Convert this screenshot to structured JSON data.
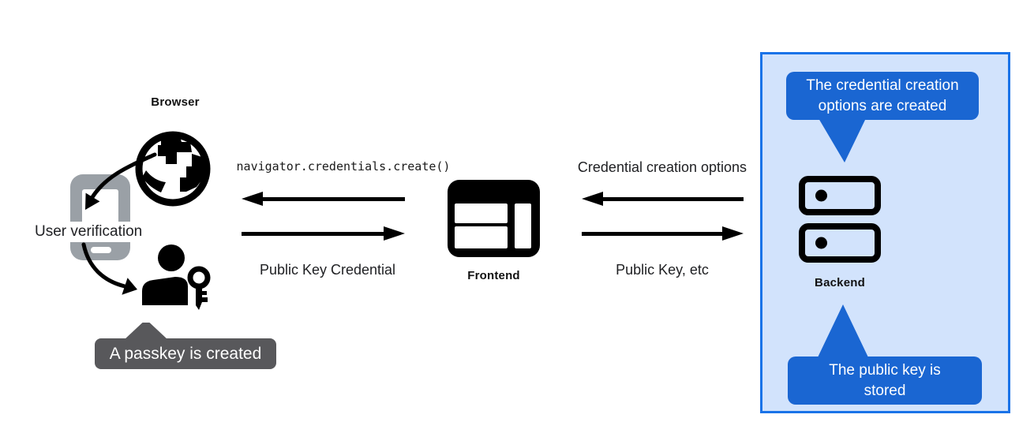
{
  "colors": {
    "accent_blue": "#1a66d2",
    "panel_fill": "#d2e3fc",
    "panel_border": "#1a73e8",
    "tooltip_gray": "#58585b",
    "phone_gray": "#9aa0a6",
    "ink": "#000000"
  },
  "left_section": {
    "browser_label": "Browser",
    "user_verification_label": "User verification",
    "passkey_tooltip_text": "A passkey is created"
  },
  "frontend_section": {
    "code_call_label": "navigator.credentials.create()",
    "public_key_credential_label": "Public Key Credential",
    "frontend_label": "Frontend"
  },
  "backend_flow": {
    "credential_creation_options_label": "Credential creation options",
    "public_key_etc_label": "Public Key, etc"
  },
  "backend_panel": {
    "top_bubble_text": "The credential creation options are created",
    "backend_label": "Backend",
    "bottom_bubble_text": "The public key is stored"
  },
  "icons": {
    "browser": "globe-icon",
    "authenticator": "phone-icon",
    "passkey_user": "user-key-icon",
    "frontend": "browser-window-icon",
    "backend": "server-stack-icon"
  }
}
